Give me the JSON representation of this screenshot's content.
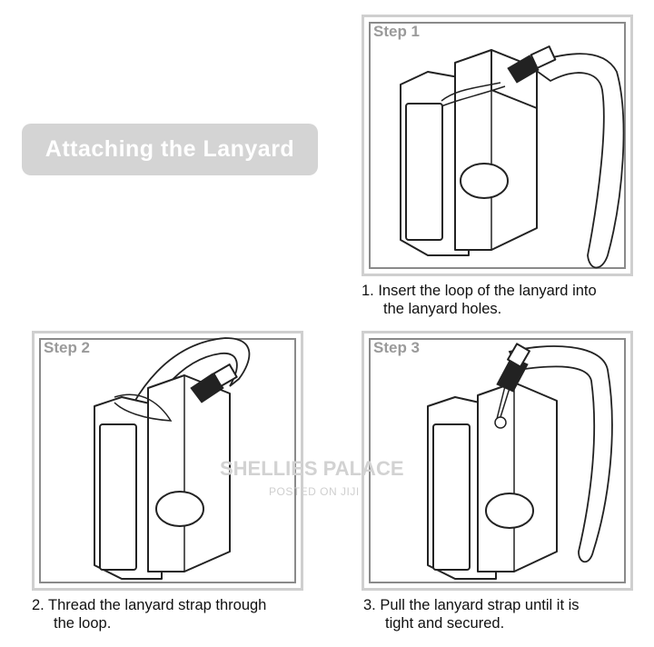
{
  "title": "Attaching the Lanyard",
  "steps": [
    {
      "label": "Step 1",
      "caption_line1": "1. Insert the loop of the lanyard into",
      "caption_line2": "the lanyard holes."
    },
    {
      "label": "Step 2",
      "caption_line1": "2. Thread the lanyard strap through",
      "caption_line2": "the loop."
    },
    {
      "label": "Step 3",
      "caption_line1": "3. Pull the lanyard strap until it is",
      "caption_line2": "tight and secured."
    }
  ],
  "watermark": {
    "name": "SHELLIES PALACE",
    "sub": "POSTED ON JIJI"
  },
  "colors": {
    "title_bg": "#d4d4d4",
    "title_text": "#ffffff",
    "frame": "#8a8a8a",
    "line": "#222222"
  }
}
